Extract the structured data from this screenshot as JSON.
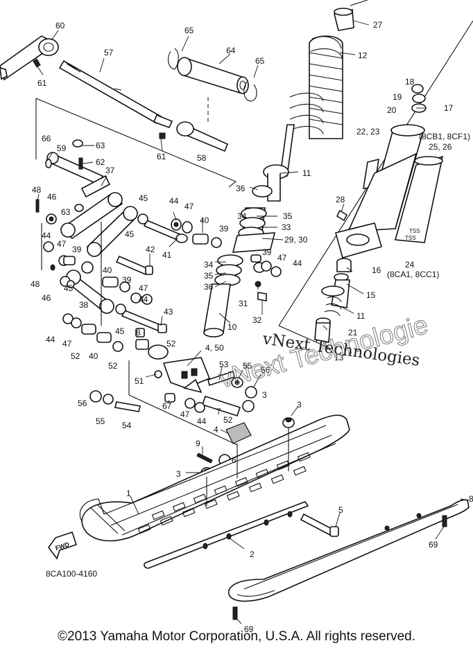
{
  "callouts": {
    "c60": "60",
    "c61a": "61",
    "c57": "57",
    "c65a": "65",
    "c64": "64",
    "c65b": "65",
    "c27": "27",
    "c12": "12",
    "c18": "18",
    "c19": "19",
    "c17": "17",
    "c20": "20",
    "c8cb1": "(8CB1, 8CF1)",
    "c2223": "22, 23",
    "c2526": "25, 26",
    "c66a": "66",
    "c63a": "63",
    "c62": "62",
    "c61b": "61",
    "c58": "58",
    "c59": "59",
    "c11a": "11",
    "c37": "37",
    "c48a": "48",
    "c46a": "46",
    "c63b": "63",
    "c45a": "45",
    "c44a": "44",
    "c47a": "47",
    "c40a": "40",
    "c36a": "36",
    "c35a": "35",
    "c34a": "34",
    "c33": "33",
    "c28": "28",
    "c39a": "39",
    "c2930": "29, 30",
    "c44b": "44",
    "c41": "41",
    "c42": "42",
    "c45b": "45",
    "c47b": "47",
    "c39b": "39",
    "c39c": "39",
    "c24": "24",
    "c8ca1": "(8CA1, 8CC1)",
    "c16": "16",
    "c34b": "34",
    "c47c": "47",
    "c44c": "44",
    "c35b": "35",
    "c48b": "48",
    "c40b": "40",
    "c36b": "36",
    "c46b": "46",
    "c45c": "45",
    "c39d": "39",
    "c47d": "47",
    "c15": "15",
    "c31": "31",
    "c38": "38",
    "c44d": "44",
    "c11b": "11",
    "c32": "32",
    "c10": "10",
    "c43": "43",
    "c21": "21",
    "c45d": "45",
    "c13": "13",
    "c8": "8",
    "c44e": "44",
    "c47e": "47",
    "c52a": "52",
    "c450": "4, 50",
    "c40c": "40",
    "c52b": "52",
    "c53": "53",
    "c55a": "55",
    "c56a": "56",
    "c51": "51",
    "c3a": "3",
    "c67": "67",
    "c7": "7",
    "c47f": "47",
    "c44f": "44",
    "c52c": "52",
    "c56b": "56",
    "c55b": "55",
    "c54": "54",
    "c3b": "3",
    "c4": "4",
    "c9": "9",
    "c6": "6",
    "c3c": "3",
    "c1": "1",
    "c5": "5",
    "c69a": "69",
    "c2": "2",
    "c69b": "69",
    "c8r": "8",
    "fwd": "FWD",
    "figure_code": "8CA100-4160"
  },
  "watermark": {
    "line1": "vNext Technologies",
    "outline": "vNext Technologie"
  },
  "copyright": "©2013 Yamaha Motor Corporation, U.S.A. All rights reserved."
}
